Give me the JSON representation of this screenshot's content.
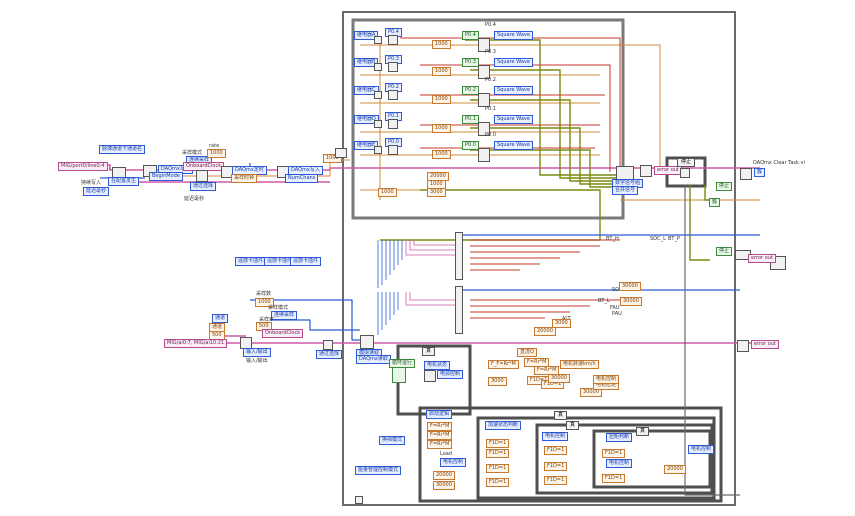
{
  "colors": {
    "pink_wire": "#cf5aa6",
    "orange_wire": "#d58a3b",
    "blue_wire": "#2a5bd7",
    "green_wire": "#3b8c36",
    "red_wire": "#c0392b",
    "olive_wire": "#7b6a12",
    "frame_gray": "#7a7a7a"
  },
  "left": {
    "task_name_label": "脉搏通道下通道名",
    "resource_name": "MIG/port0/line0:4",
    "begin_label": "DAQmx写入",
    "begin_sub": "BeginMode",
    "sample_mode_label": "采样模式",
    "sample_mode_val": "连续采样",
    "rate_label": "rate",
    "rate_val": "1000",
    "clock_label": "OnboardClock",
    "timing_label": "DAQmx定时",
    "timing_sub": "采样时钟",
    "create_label": "DAQmx写入",
    "numchans_label": "NumChans",
    "write_label": "持续写入",
    "continue_label": "延迟毫秒",
    "count_val": "1000",
    "start_label": "写信配置",
    "start_val": "在配置发生",
    "select_label": "通过选择"
  },
  "channels": [
    {
      "label": "继电器A",
      "port": "P0.4",
      "wave": "Square Wave"
    },
    {
      "label": "继电器B",
      "port": "P0.3",
      "wave": "Square Wave"
    },
    {
      "label": "继电器C",
      "port": "P0.2",
      "wave": "Square Wave"
    },
    {
      "label": "继电器D",
      "port": "P0.1",
      "wave": "Square Wave"
    },
    {
      "label": "继电器E",
      "port": "P0.0",
      "wave": "Square Wave"
    }
  ],
  "right": {
    "clear_task_label": "DAQmx Clear Task.vi",
    "merge_label": "数字信号组",
    "convert_label": "合并信号",
    "error_out": "error out",
    "cluster_label": "簇",
    "stop_label": "停止"
  },
  "mid": {
    "tab_a": "遥感卡插件3",
    "tab_b": "遥感卡插件2",
    "tab_c": "遥感卡插件",
    "sample_clock_label": "采样数",
    "sample_clock_val": "1000",
    "acq_mode_label": "采样模式",
    "acq_mode_val": "连续采样",
    "rate_label": "采样率",
    "rate_val": "500",
    "onboard_label": "OnboardClock",
    "analog_resource": "MIG/ai0:7, MIG/ai10:21",
    "output_label": "输入/输出",
    "read_label": "模拟读取",
    "read_sub": "DAQmx读取",
    "chan_label": "通道"
  },
  "analog": {
    "labels_top": [
      "BT_H",
      "SOC_L",
      "BT_P"
    ],
    "labels_bottom": [
      "SOC",
      "BT_L",
      "FAU",
      "PAU",
      "ALT"
    ],
    "const_a": "3000",
    "const_b": "30000",
    "const_c": "20000"
  },
  "bottom": {
    "loop_label": "循环运行",
    "case_true": "真",
    "status_label": "电机状态",
    "power_label": "电源控制",
    "dc_label": "直流Q",
    "calc_label": "电机控制",
    "formula_a": "F_F=Rr*M",
    "formula_b": "F=Rr*M",
    "formula_c": "F1D=1",
    "speed_label": "电机转速km/h",
    "torque_label": "电机扭矩",
    "load_label": "Load",
    "status_text": "电机控制",
    "mode_label": "换挡模式",
    "case_label": "启动逻辑",
    "inner_case_label": "加速状态判断",
    "inner_case2": "电机控制",
    "note_label": "扭矩判断",
    "bool_label": "能量管理控制模式",
    "value_a": "30000",
    "value_b": "20000",
    "value_c": "3000"
  }
}
